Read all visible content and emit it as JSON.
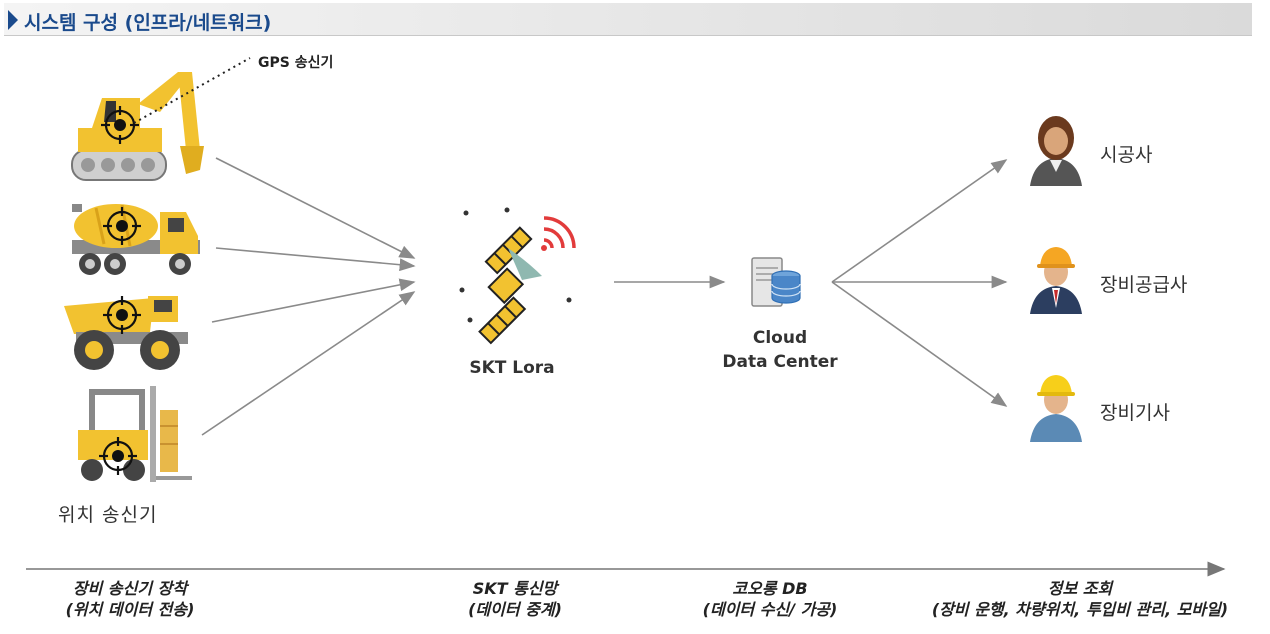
{
  "header": {
    "title": "시스템 구성 (인프라/네트워크)"
  },
  "devices": {
    "gps_label": "GPS 송신기",
    "caption": "위치 송신기",
    "items": [
      {
        "icon": "excavator-icon"
      },
      {
        "icon": "mixer-truck-icon"
      },
      {
        "icon": "dump-truck-icon"
      },
      {
        "icon": "forklift-icon"
      }
    ]
  },
  "network": {
    "label": "SKT Lora",
    "icon": "satellite-icon"
  },
  "datacenter": {
    "line1": "Cloud",
    "line2": "Data Center",
    "icon": "server-database-icon"
  },
  "users": [
    {
      "label": "시공사",
      "icon": "businesswoman-icon"
    },
    {
      "label": "장비공급사",
      "icon": "manager-hardhat-icon"
    },
    {
      "label": "장비기사",
      "icon": "worker-hardhat-icon"
    }
  ],
  "steps": [
    {
      "title": "장비 송신기 장착",
      "detail": "(위치 데이터 전송)"
    },
    {
      "title": "SKT 통신망",
      "detail": "(데이터 중계)"
    },
    {
      "title": "코오롱 DB",
      "detail": "(데이터 수신/ 가공)"
    },
    {
      "title": "정보 조회",
      "detail": "(장비 운행, 차량위치, 투입비 관리, 모바일)"
    }
  ],
  "colors": {
    "header_text": "#1a4a8c",
    "accent": "#1a4a8c",
    "arrow": "#888888",
    "equipment": "#f2c230"
  }
}
